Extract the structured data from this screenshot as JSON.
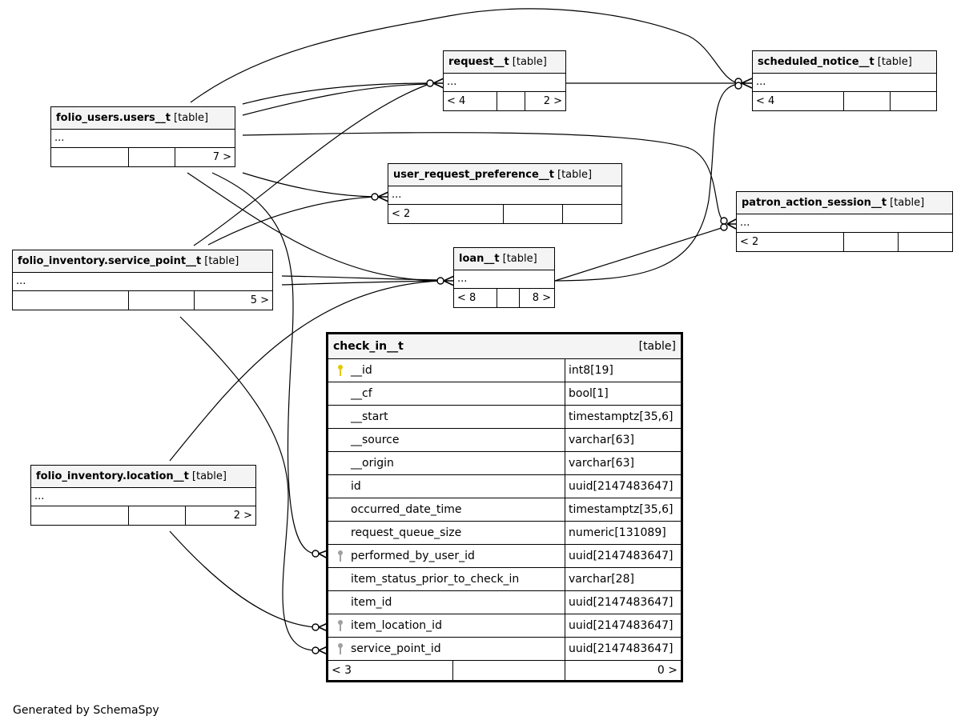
{
  "tables": {
    "request": {
      "name": "request__t",
      "kind": "[table]",
      "ellipsis": "...",
      "foot": [
        "< 4",
        "",
        "2 >"
      ]
    },
    "scheduled_notice": {
      "name": "scheduled_notice__t",
      "kind": "[table]",
      "ellipsis": "...",
      "foot": [
        "< 4",
        "",
        ""
      ]
    },
    "folio_users": {
      "name": "folio_users.users__t",
      "kind": "[table]",
      "ellipsis": "...",
      "foot": [
        "",
        "",
        "7 >"
      ]
    },
    "user_request_preference": {
      "name": "user_request_preference__t",
      "kind": "[table]",
      "ellipsis": "...",
      "foot": [
        "< 2",
        "",
        ""
      ]
    },
    "patron_action_session": {
      "name": "patron_action_session__t",
      "kind": "[table]",
      "ellipsis": "...",
      "foot": [
        "< 2",
        "",
        ""
      ]
    },
    "service_point": {
      "name": "folio_inventory.service_point__t",
      "kind": "[table]",
      "ellipsis": "...",
      "foot": [
        "",
        "",
        "5 >"
      ]
    },
    "loan": {
      "name": "loan__t",
      "kind": "[table]",
      "ellipsis": "...",
      "foot": [
        "< 8",
        "",
        "8 >"
      ]
    },
    "location": {
      "name": "folio_inventory.location__t",
      "kind": "[table]",
      "ellipsis": "...",
      "foot": [
        "",
        "",
        "2 >"
      ]
    }
  },
  "check_in": {
    "name": "check_in__t",
    "kind": "[table]",
    "columns": [
      {
        "name": "__id",
        "type": "int8[19]",
        "key": "primary"
      },
      {
        "name": "__cf",
        "type": "bool[1]",
        "key": ""
      },
      {
        "name": "__start",
        "type": "timestamptz[35,6]",
        "key": ""
      },
      {
        "name": "__source",
        "type": "varchar[63]",
        "key": ""
      },
      {
        "name": "__origin",
        "type": "varchar[63]",
        "key": ""
      },
      {
        "name": "id",
        "type": "uuid[2147483647]",
        "key": ""
      },
      {
        "name": "occurred_date_time",
        "type": "timestamptz[35,6]",
        "key": ""
      },
      {
        "name": "request_queue_size",
        "type": "numeric[131089]",
        "key": ""
      },
      {
        "name": "performed_by_user_id",
        "type": "uuid[2147483647]",
        "key": "foreign"
      },
      {
        "name": "item_status_prior_to_check_in",
        "type": "varchar[28]",
        "key": ""
      },
      {
        "name": "item_id",
        "type": "uuid[2147483647]",
        "key": ""
      },
      {
        "name": "item_location_id",
        "type": "uuid[2147483647]",
        "key": "foreign"
      },
      {
        "name": "service_point_id",
        "type": "uuid[2147483647]",
        "key": "foreign"
      }
    ],
    "foot": [
      "< 3",
      "",
      "0 >"
    ]
  },
  "credit": "Generated by SchemaSpy",
  "colors": {
    "primary_key": "#e6c800",
    "foreign_key": "#a0a0a0",
    "header_bg": "#f4f4f4"
  }
}
